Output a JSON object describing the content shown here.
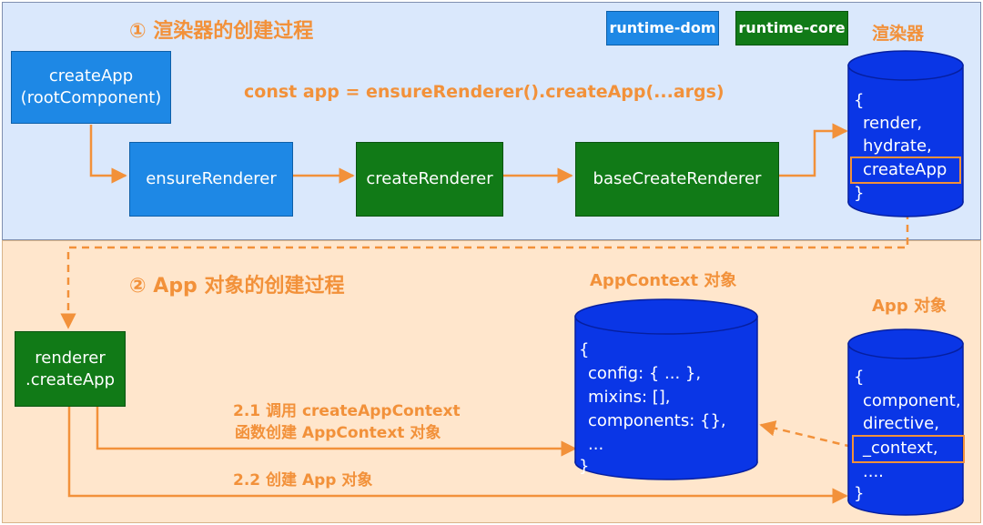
{
  "section1": {
    "title": "① 渲染器的创建过程",
    "code": "const app = ensureRenderer().createApp(...args)"
  },
  "legend": {
    "dom": "runtime-dom",
    "core": "runtime-core"
  },
  "boxes": {
    "create_app_line1": "createApp",
    "create_app_line2": "(rootComponent)",
    "ensure_renderer": "ensureRenderer",
    "create_renderer": "createRenderer",
    "base_create_renderer": "baseCreateRenderer",
    "renderer_line1": "renderer",
    "renderer_line2": ".createApp"
  },
  "renderer_store": {
    "label": "渲染器",
    "lines": [
      "{",
      "render,",
      "hydrate,",
      "createApp",
      "}"
    ]
  },
  "section2": {
    "title": "② App 对象的创建过程",
    "step1_line1": "2.1 调用 createAppContext",
    "step1_line2": "函数创建 AppContext 对象",
    "step2": "2.2 创建 App 对象"
  },
  "app_context": {
    "label": "AppContext 对象",
    "lines": [
      "{",
      "config: { ... },",
      "mixins: [],",
      "components: {},",
      "...",
      "}"
    ]
  },
  "app_object": {
    "label": "App 对象",
    "lines": [
      "{",
      "component,",
      "directive,",
      "_context,",
      "....",
      "}"
    ]
  },
  "colors": {
    "accent": "#f2913a",
    "dom_blue": "#1e88e5",
    "core_green": "#117a17",
    "store_blue": "#0a36e6"
  }
}
